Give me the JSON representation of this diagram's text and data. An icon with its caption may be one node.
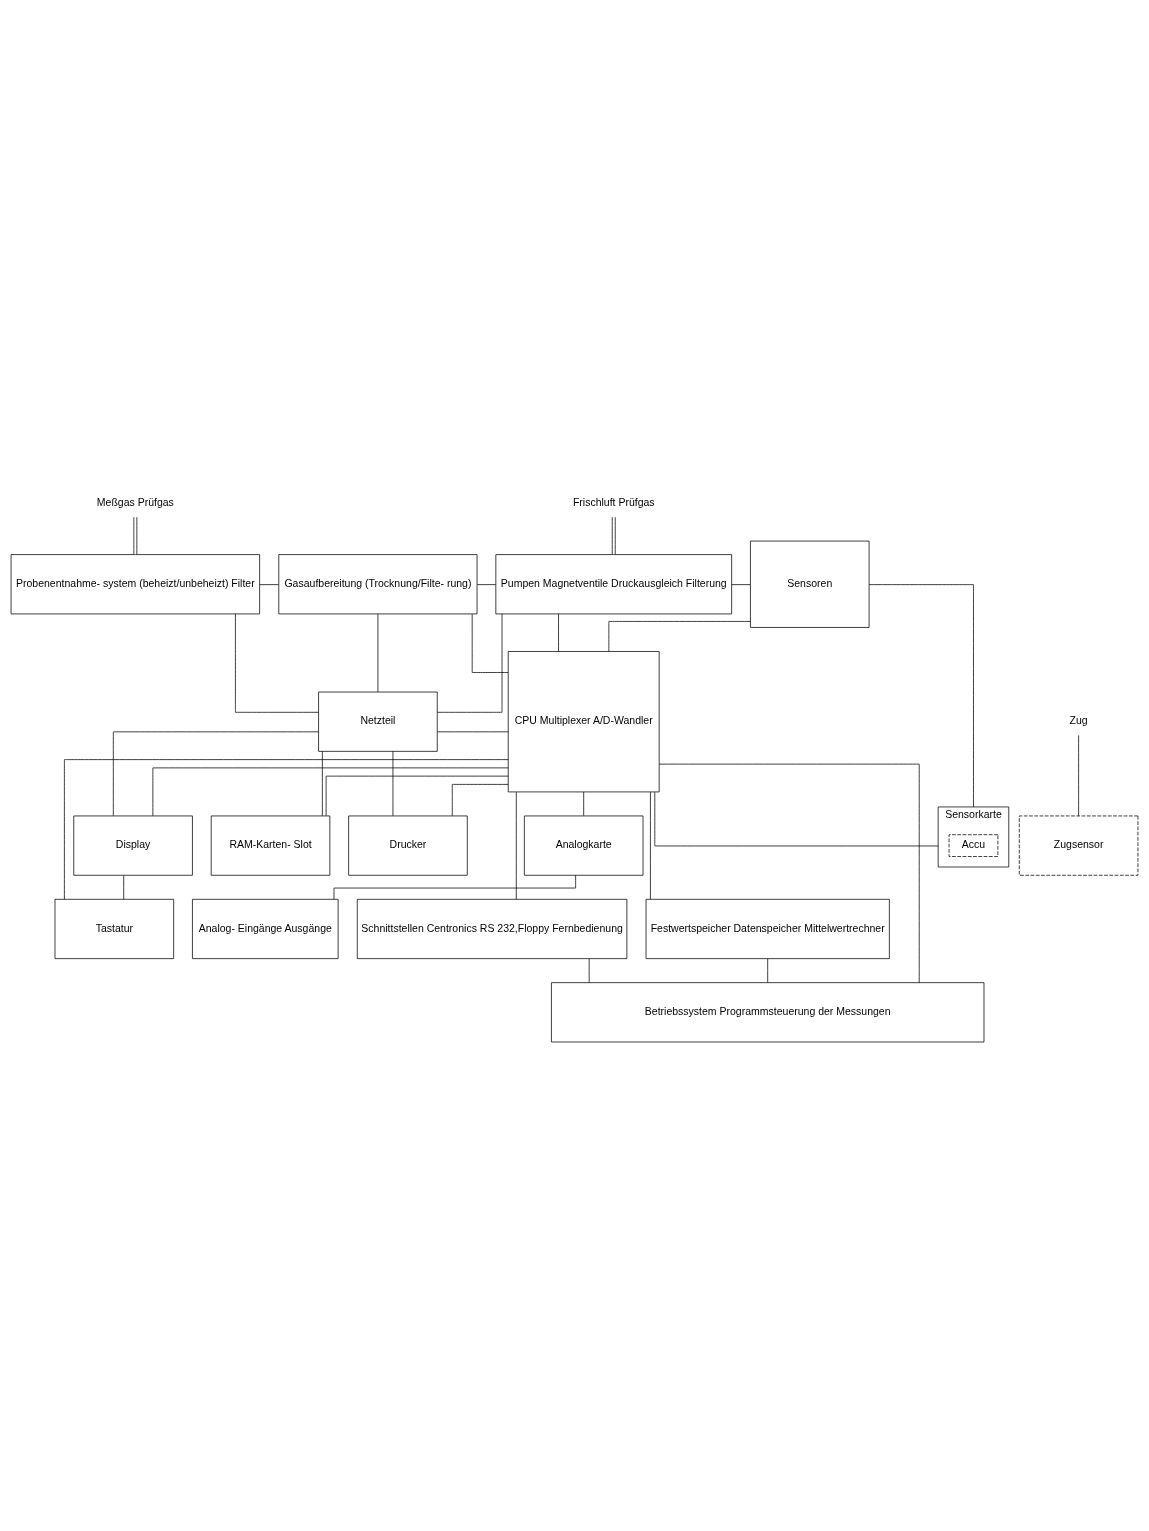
{
  "diagram": {
    "nodes": [
      {
        "text": [
          "Meßgas Prüfgas"
        ]
      },
      {
        "text": [
          "Frischluft Prüfgas"
        ]
      },
      {
        "text": [
          "Probenentnahme- system (beheizt/unbeheizt) Filter"
        ]
      },
      {
        "text": [
          "Gasaufbereitung (Trocknung/Filte- rung)"
        ]
      },
      {
        "text": [
          "Pumpen Magnetventile Druckausgleich Filterung"
        ]
      },
      {
        "text": [
          "Sensoren"
        ]
      },
      {
        "text": [
          "Netzteil"
        ]
      },
      {
        "text": [
          "CPU Multiplexer A/D-Wandler"
        ]
      },
      {
        "text": [
          "Sensorkarte"
        ]
      },
      {
        "text": [
          "Accu"
        ],
        "in": 8
      },
      {
        "text": [
          "Drucker"
        ]
      },
      {
        "text": [
          "Analogkarte"
        ]
      },
      {
        "text": [
          "Display"
        ]
      },
      {
        "text": [
          "RAM-Karten- Slot"
        ]
      },
      {
        "text": [
          "Zugsensor"
        ]
      },
      {
        "text": [
          "Zug"
        ]
      },
      {
        "text": [
          "Tastatur"
        ]
      },
      {
        "text": [
          "Schnittstellen Centronics RS 232,Floppy Fernbedienung"
        ]
      },
      {
        "text": [
          "Festwertspeicher Datenspeicher Mittelwertrechner"
        ]
      },
      {
        "text": [
          "Analog- Eingänge Ausgänge"
        ]
      },
      {
        "text": [
          "Betriebssystem Programmsteuerung der Messungen"
        ]
      }
    ],
    "edges": [
      {
        "from": 0,
        "to": 2,
        "arrow": "none"
      },
      {
        "from": 1,
        "to": 4,
        "arrow": "none"
      },
      {
        "from": 2,
        "to": 3,
        "arrow": "none"
      },
      {
        "from": 3,
        "to": 4,
        "arrow": "none"
      },
      {
        "from": 4,
        "to": 5,
        "arrow": "none"
      },
      {
        "from": 2,
        "to": 6,
        "arrow": "none"
      },
      {
        "from": 3,
        "to": 6,
        "arrow": "none"
      },
      {
        "from": 4,
        "to": 6,
        "arrow": "none"
      },
      {
        "from": 3,
        "to": 7,
        "arrow": "none"
      },
      {
        "from": 4,
        "to": 7,
        "arrow": "none"
      },
      {
        "from": 5,
        "to": 7,
        "arrow": "none"
      },
      {
        "from": 5,
        "to": 8,
        "arrow": "none"
      },
      {
        "from": 6,
        "to": 7,
        "arrow": "none"
      },
      {
        "from": 7,
        "to": 8,
        "arrow": "none"
      },
      {
        "from": 6,
        "to": 10,
        "arrow": "none"
      },
      {
        "from": 10,
        "to": 7,
        "arrow": "none"
      },
      {
        "from": 7,
        "to": 11,
        "arrow": "none"
      },
      {
        "from": 6,
        "to": 12,
        "arrow": "none"
      },
      {
        "from": 12,
        "to": 7,
        "arrow": "none"
      },
      {
        "from": 7,
        "to": 13,
        "arrow": "none"
      },
      {
        "from": 6,
        "to": 13,
        "arrow": "none"
      },
      {
        "from": 15,
        "to": 14,
        "arrow": "none"
      },
      {
        "from": 12,
        "to": 16,
        "arrow": "none"
      },
      {
        "from": 7,
        "to": 16,
        "arrow": "none"
      },
      {
        "from": 7,
        "to": 17,
        "arrow": "none"
      },
      {
        "from": 7,
        "to": 18,
        "arrow": "none"
      },
      {
        "from": 11,
        "to": 19,
        "arrow": "none"
      },
      {
        "from": 7,
        "to": 20,
        "arrow": "none"
      },
      {
        "from": 17,
        "to": 20,
        "arrow": "none"
      },
      {
        "from": 18,
        "to": 20,
        "arrow": "none"
      }
    ]
  }
}
